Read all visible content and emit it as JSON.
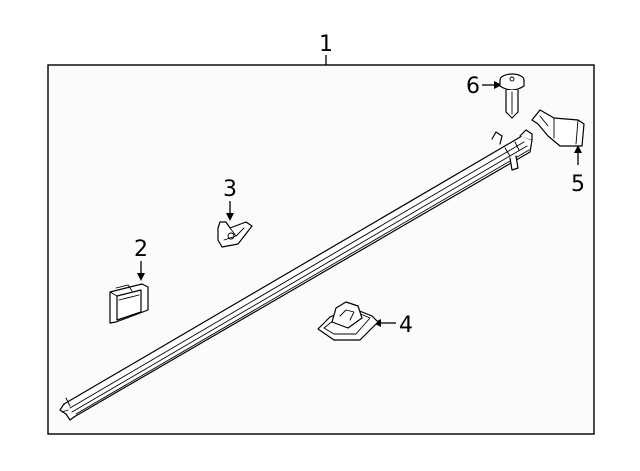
{
  "callouts": {
    "assembly": "1",
    "part_2": "2",
    "part_3": "3",
    "part_4": "4",
    "part_5": "5",
    "part_6": "6"
  }
}
